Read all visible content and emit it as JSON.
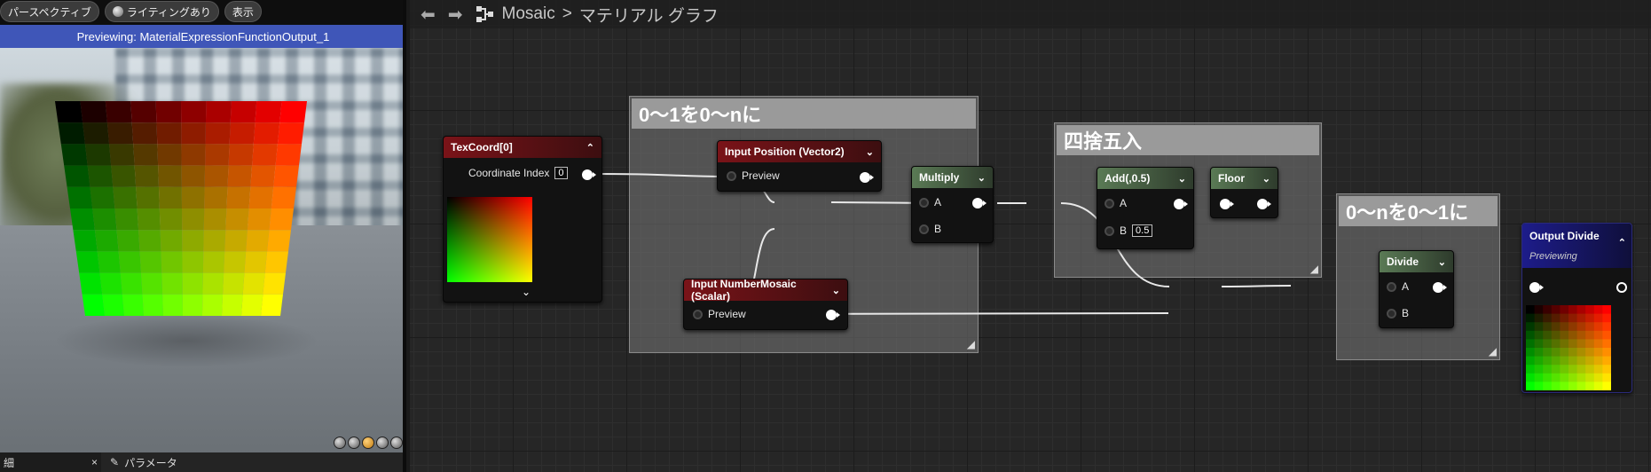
{
  "preview": {
    "toolbar": {
      "perspective": "パースペクティブ",
      "lighting": "ライティングあり",
      "show": "表示"
    },
    "banner": "Previewing: MaterialExpressionFunctionOutput_1",
    "bottom_tabs": {
      "tab_a_label": "細",
      "close": "×",
      "params_label": "パラメータ"
    }
  },
  "graph": {
    "breadcrumb": {
      "asset": "Mosaic",
      "separator": ">",
      "graph": "マテリアル グラフ"
    },
    "comments": [
      {
        "title": "0～1を0～nに"
      },
      {
        "title": "四捨五入"
      },
      {
        "title": "0～nを0～1に"
      }
    ],
    "nodes": {
      "texcoord": {
        "title": "TexCoord[0]",
        "label": "Coordinate Index",
        "value": "0"
      },
      "input_position": {
        "title": "Input Position (Vector2)",
        "output": "Preview"
      },
      "input_mosaic": {
        "title": "Input NumberMosaic (Scalar)",
        "output": "Preview"
      },
      "multiply": {
        "title": "Multiply",
        "a": "A",
        "b": "B"
      },
      "add": {
        "title": "Add(,0.5)",
        "a": "A",
        "b": "B",
        "b_value": "0.5"
      },
      "floor": {
        "title": "Floor"
      },
      "divide": {
        "title": "Divide",
        "a": "A",
        "b": "B"
      },
      "output": {
        "title": "Output Divide",
        "subtitle": "Previewing"
      }
    }
  },
  "colors": {
    "accent_banner": "#3f56b8",
    "node_red": "#7a1318",
    "node_green": "#5a7a55",
    "node_blue": "#1d1c8a"
  }
}
